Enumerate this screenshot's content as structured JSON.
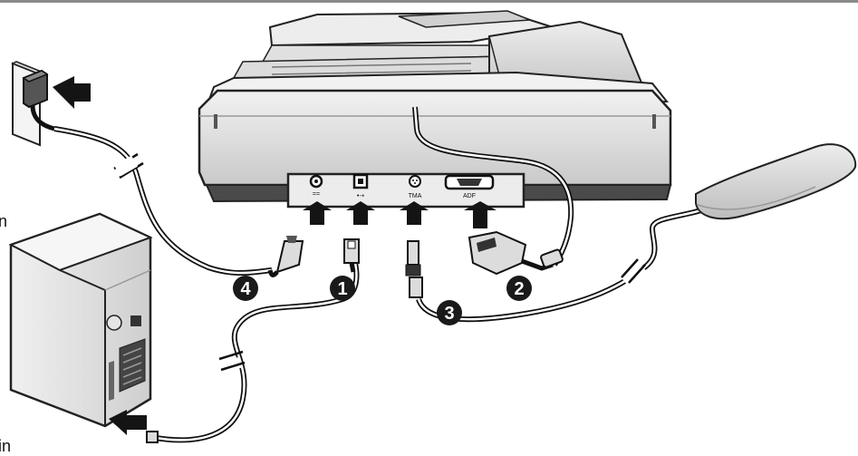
{
  "callouts": [
    {
      "number": "1",
      "connector": "usb"
    },
    {
      "number": "2",
      "connector": "adf-serial"
    },
    {
      "number": "3",
      "connector": "tma"
    },
    {
      "number": "4",
      "connector": "power"
    }
  ],
  "port_labels": {
    "power": "==",
    "usb": "•⇢",
    "tma": "TMA",
    "adf": "ADF"
  },
  "edge_text": {
    "left_mid": "n",
    "left_bottom": "in"
  },
  "colors": {
    "callout_fill": "#1a1a1a",
    "arrow_fill": "#141414",
    "body_light": "#e8e8e8",
    "body_mid": "#cfcfcf",
    "body_dark": "#555555",
    "outline": "#222222"
  },
  "icons": [
    "wall-outlet-icon",
    "power-adapter-icon",
    "computer-tower-icon",
    "scanner-icon",
    "tma-lid-icon"
  ]
}
